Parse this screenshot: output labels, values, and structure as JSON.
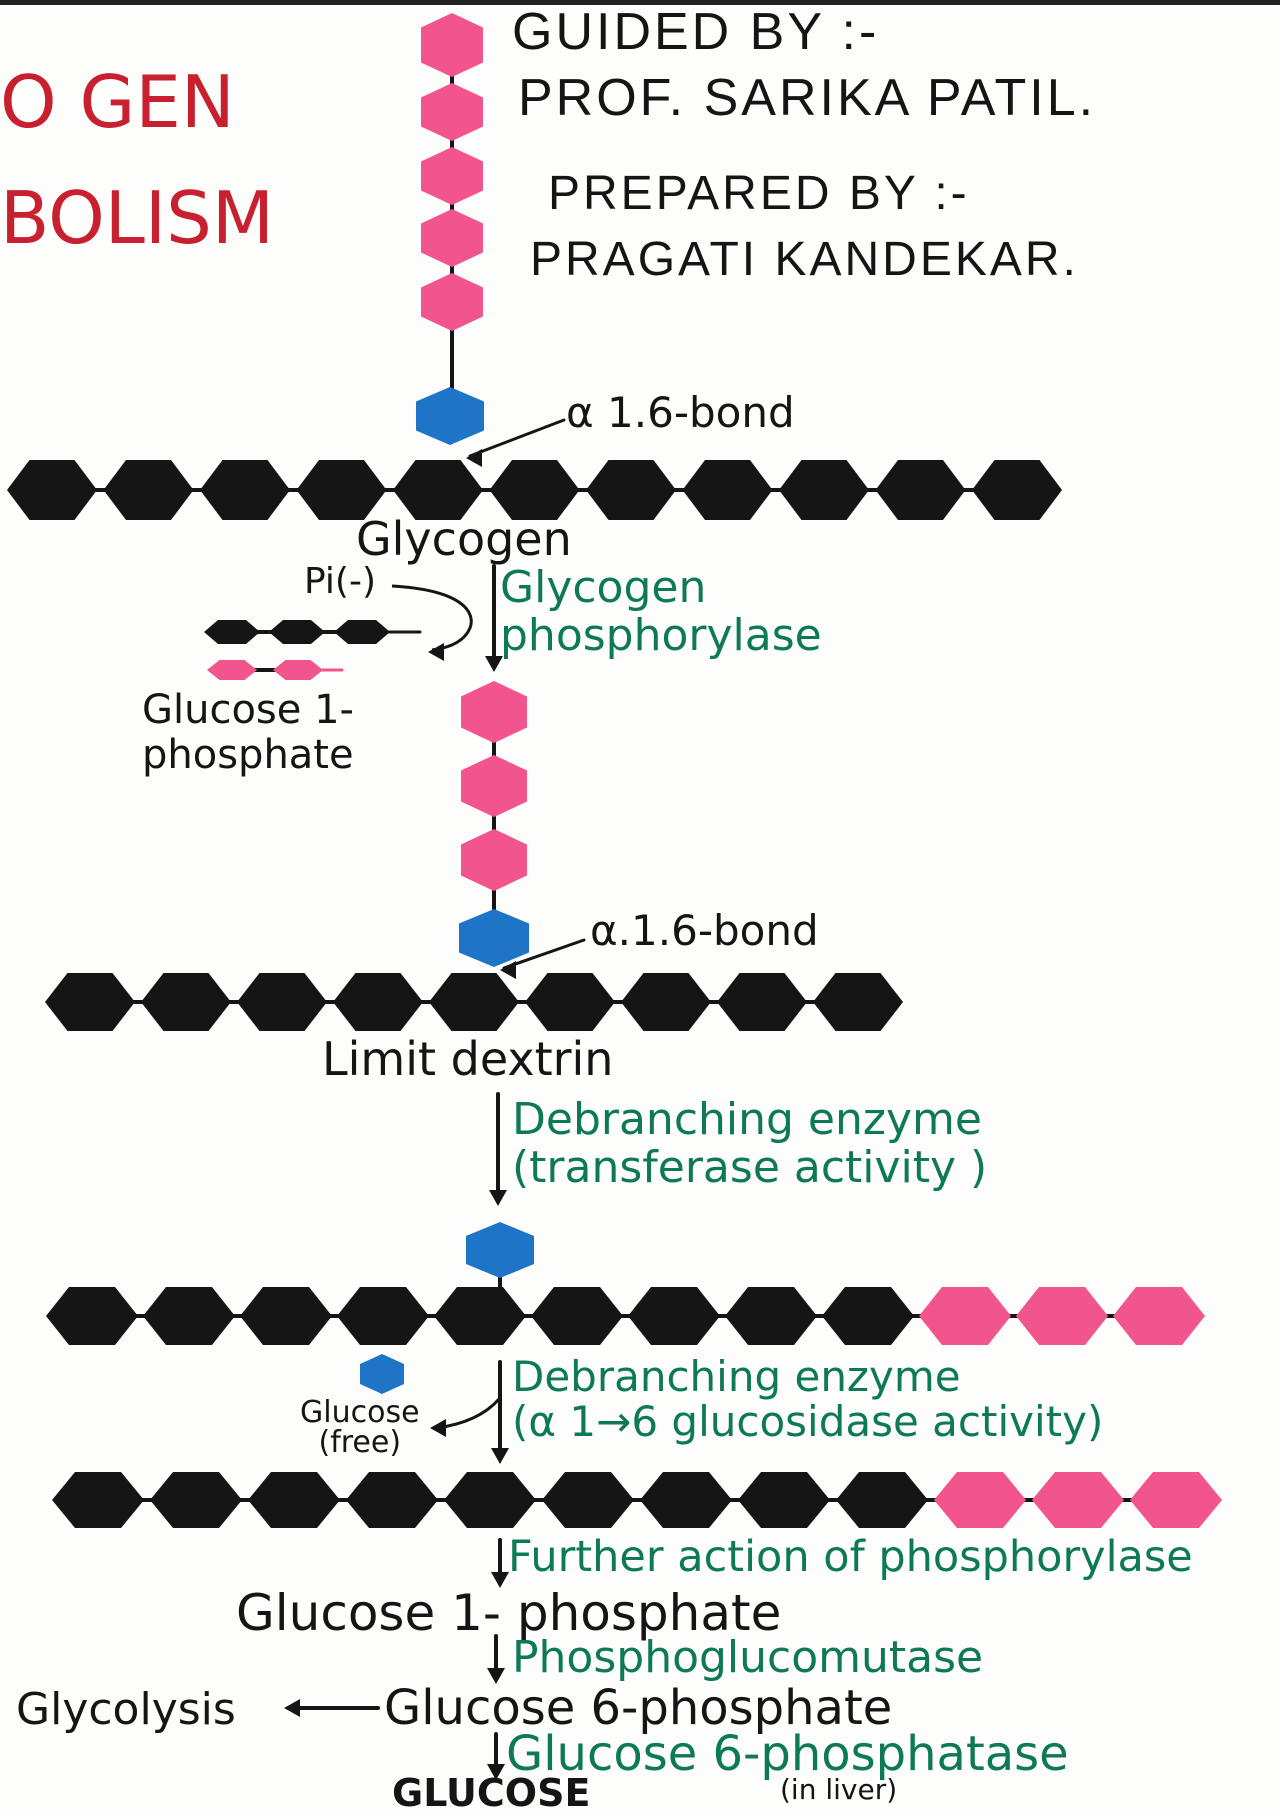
{
  "colors": {
    "ink": "#151515",
    "pink": "#f2548e",
    "blue": "#1e74c6",
    "green": "#0d7a55",
    "title_red": "#c8202e"
  },
  "title": {
    "line1": "O GEN",
    "line2": "BOLISM"
  },
  "credits": {
    "guided_by": "GUIDED BY :-",
    "guide_name": "PROF. SARIKA PATIL.",
    "prepared_by": "PREPARED BY :-",
    "preparer_name": "PRAGATI KANDEKAR."
  },
  "bond_label_1": "α 1.6-bond",
  "bond_label_2": "α.1.6-bond",
  "labels": {
    "glycogen": "Glycogen",
    "pi": "Pi(-)",
    "glucose_1_phosphate_small": "Glucose 1-\nphosphate",
    "limit_dextrin": "Limit dextrin",
    "glucose_free": "Glucose\n(free)",
    "glucose_1_phosphate": "Glucose 1- phosphate",
    "glycolysis": "Glycolysis",
    "glucose_6_phosphate": "Glucose 6-phosphate",
    "glucose": "GLUCOSE",
    "in_liver": "(in liver)"
  },
  "enzymes": {
    "glycogen_phosphorylase": "Glycogen\nphosphorylase",
    "debranching_transferase": "Debranching enzyme\n(transferase activity )",
    "debranching_glucosidase": "Debranching enzyme\n(α 1→6 glucosidase activity)",
    "further_phosphorylase": "Further action of phosphorylase",
    "phosphoglucomutase": "Phosphoglucomutase",
    "glucose_6_phosphatase": "Glucose 6-phosphatase"
  }
}
